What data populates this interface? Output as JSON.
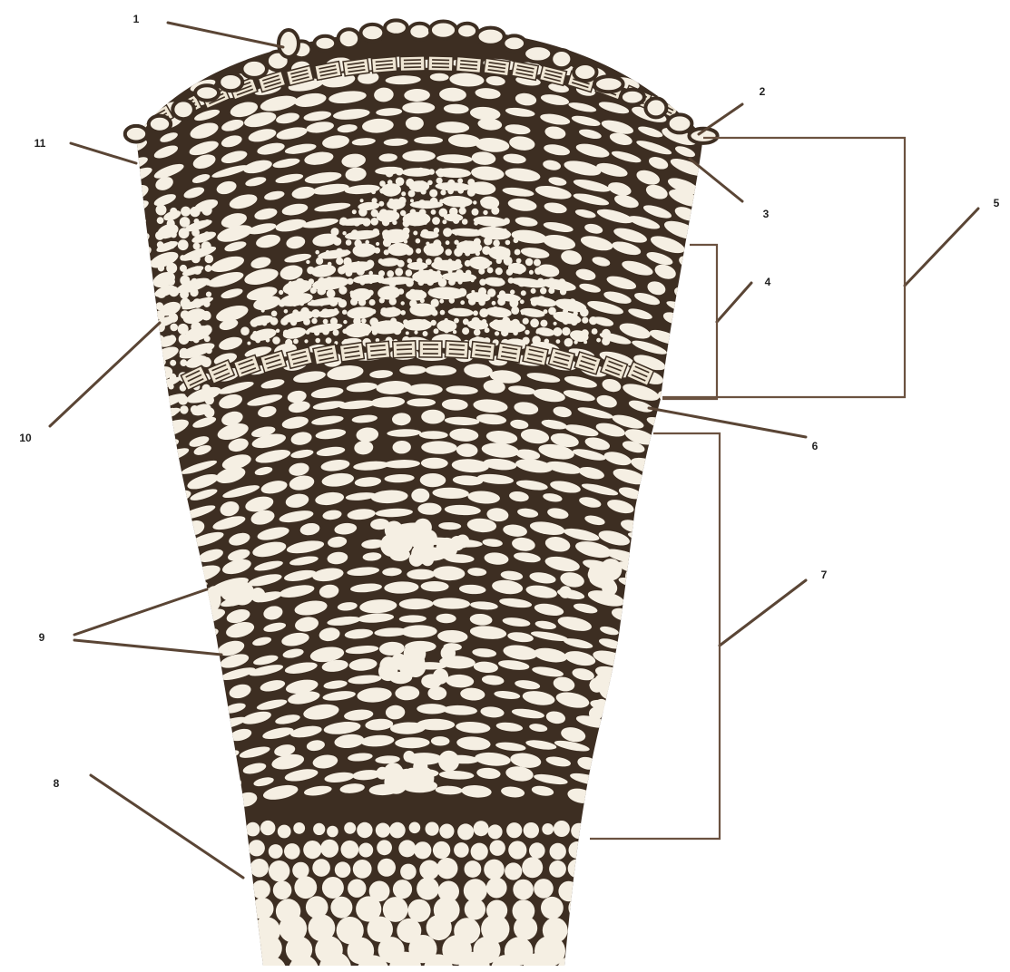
{
  "callouts": [
    "1",
    "2",
    "3",
    "4",
    "5",
    "6",
    "7",
    "8",
    "9",
    "10",
    "11"
  ],
  "colors": {
    "tissue_dark": "#3d2e22",
    "cell_light": "#f5efe3",
    "band_light": "#efe6d4",
    "leader_line": "#5a4535"
  }
}
